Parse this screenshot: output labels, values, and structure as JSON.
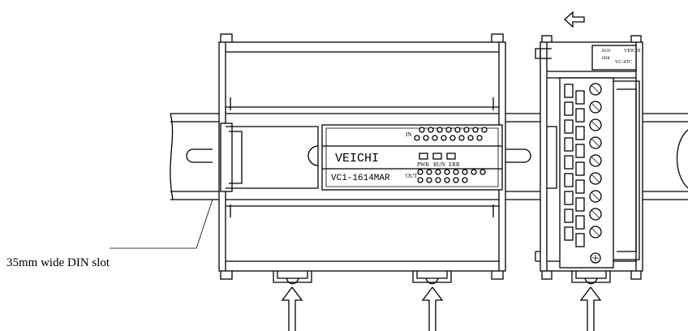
{
  "labels": {
    "din_slot": "35mm wide DIN slot",
    "main_brand": "VEICHI",
    "main_model": "VC1-1614MAR",
    "in_label": "IN",
    "out_label": "OUT",
    "led_pwr": "PWR",
    "led_run": "RUN",
    "led_err": "ERR",
    "ext_brand": "VEICHI",
    "ext_model": "VC-4TC",
    "ext_run": "RUN",
    "ext_err": "ERR"
  }
}
